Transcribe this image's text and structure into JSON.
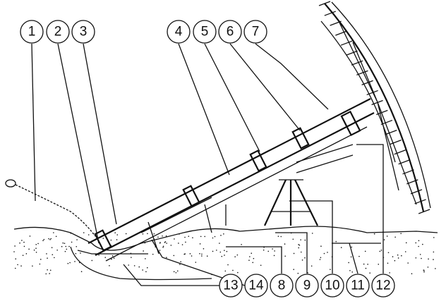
{
  "callouts_top": [
    "1",
    "2",
    "3",
    "4",
    "5",
    "6",
    "7"
  ],
  "callouts_bottom": [
    "13",
    "14",
    "8",
    "9",
    "10",
    "11",
    "12"
  ],
  "colors": {
    "ink": "#111111",
    "paper": "#ffffff"
  }
}
